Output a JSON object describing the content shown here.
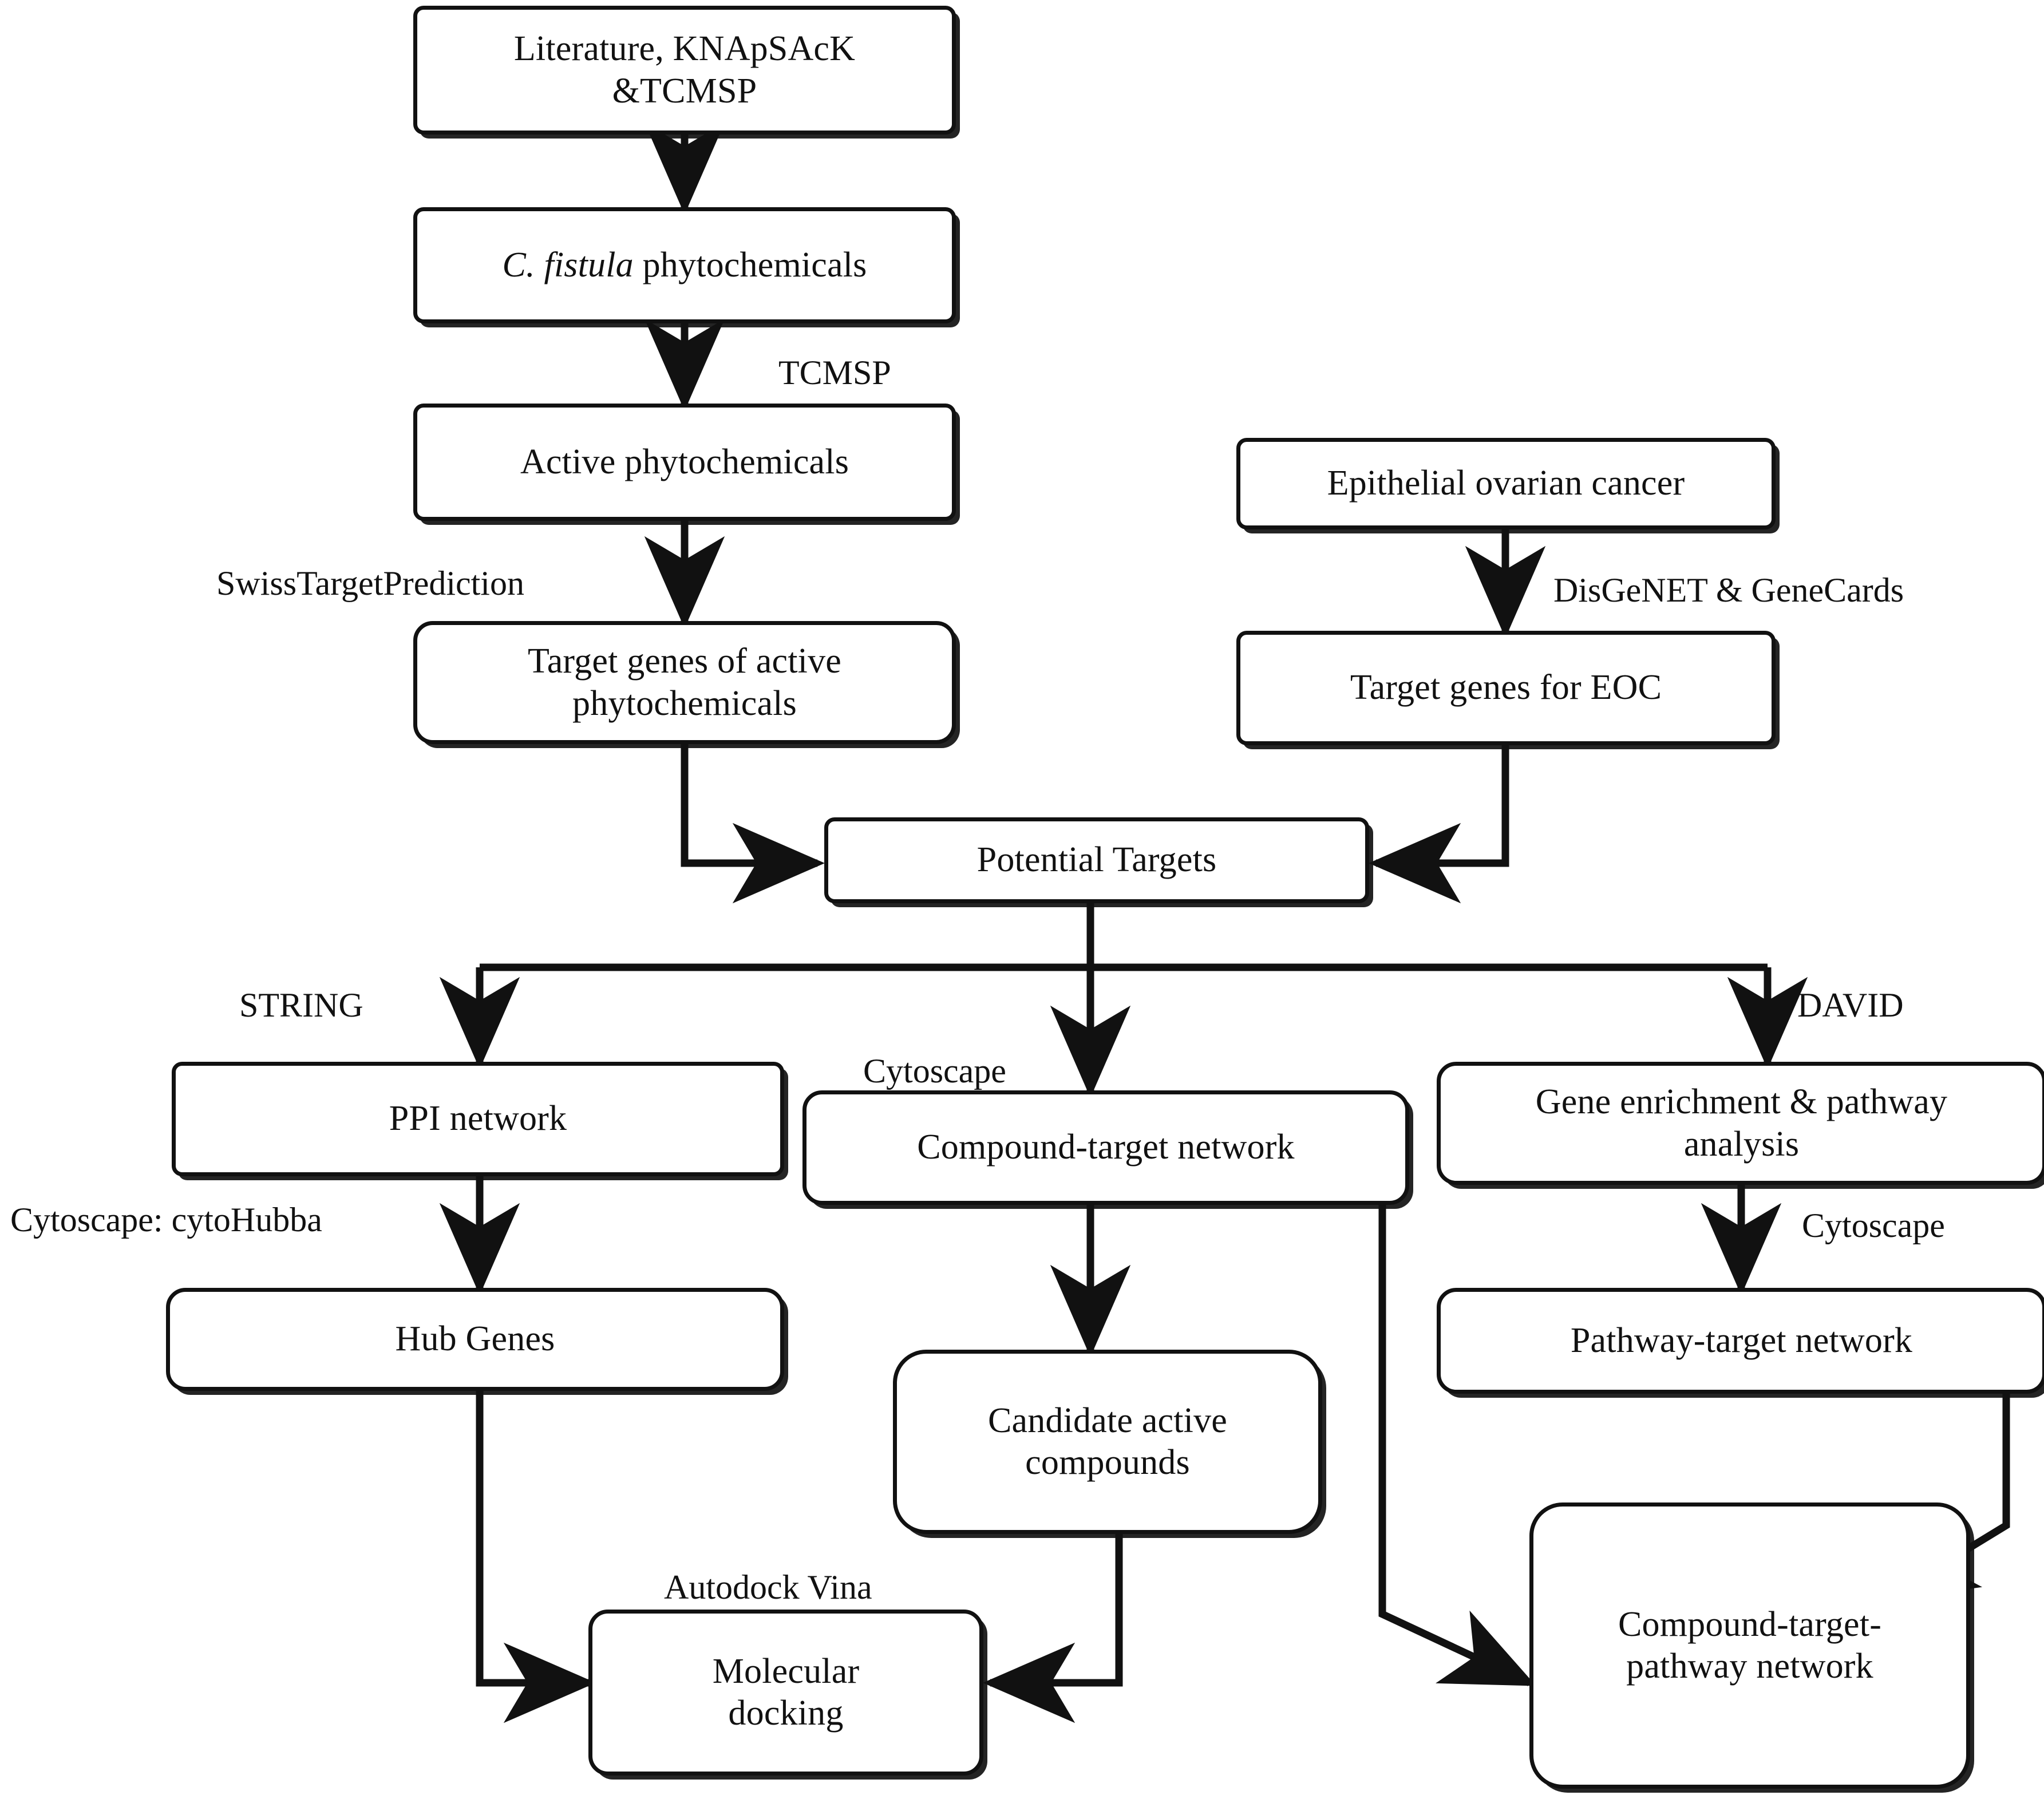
{
  "diagram": {
    "title": "Network pharmacology workflow flowchart",
    "stroke_color": "#111111",
    "background_color": "#ffffff"
  },
  "nodes": {
    "literature": {
      "label": "Literature, KNApSAcK\n&TCMSP"
    },
    "phytochemicals": {
      "label_prefix": "C. fistula",
      "label_suffix": " phytochemicals"
    },
    "active_phyto": {
      "label": "Active phytochemicals"
    },
    "target_genes_phyto": {
      "label": "Target genes of active\nphytochemicals"
    },
    "eoc": {
      "label": "Epithelial ovarian cancer"
    },
    "target_genes_eoc": {
      "label": "Target genes for EOC"
    },
    "potential_targets": {
      "label": "Potential Targets"
    },
    "ppi_network": {
      "label": "PPI network"
    },
    "hub_genes": {
      "label": "Hub Genes"
    },
    "compound_target_network": {
      "label": "Compound-target network"
    },
    "candidate_compounds": {
      "label": "Candidate active\ncompounds"
    },
    "gene_enrichment": {
      "label": "Gene enrichment & pathway\nanalysis"
    },
    "pathway_target_network": {
      "label": "Pathway-target network"
    },
    "molecular_docking": {
      "label": "Molecular\ndocking"
    },
    "compound_target_pathway": {
      "label": "Compound-target-\npathway network"
    }
  },
  "edge_labels": {
    "tcmsp": "TCMSP",
    "swiss": "SwissTargetPrediction",
    "disgenet": "DisGeNET & GeneCards",
    "string": "STRING",
    "cytohubba": "Cytoscape: cytoHubba",
    "cytoscape_mid": "Cytoscape",
    "david": "DAVID",
    "cytoscape_right": "Cytoscape",
    "autodock": "Autodock Vina"
  }
}
